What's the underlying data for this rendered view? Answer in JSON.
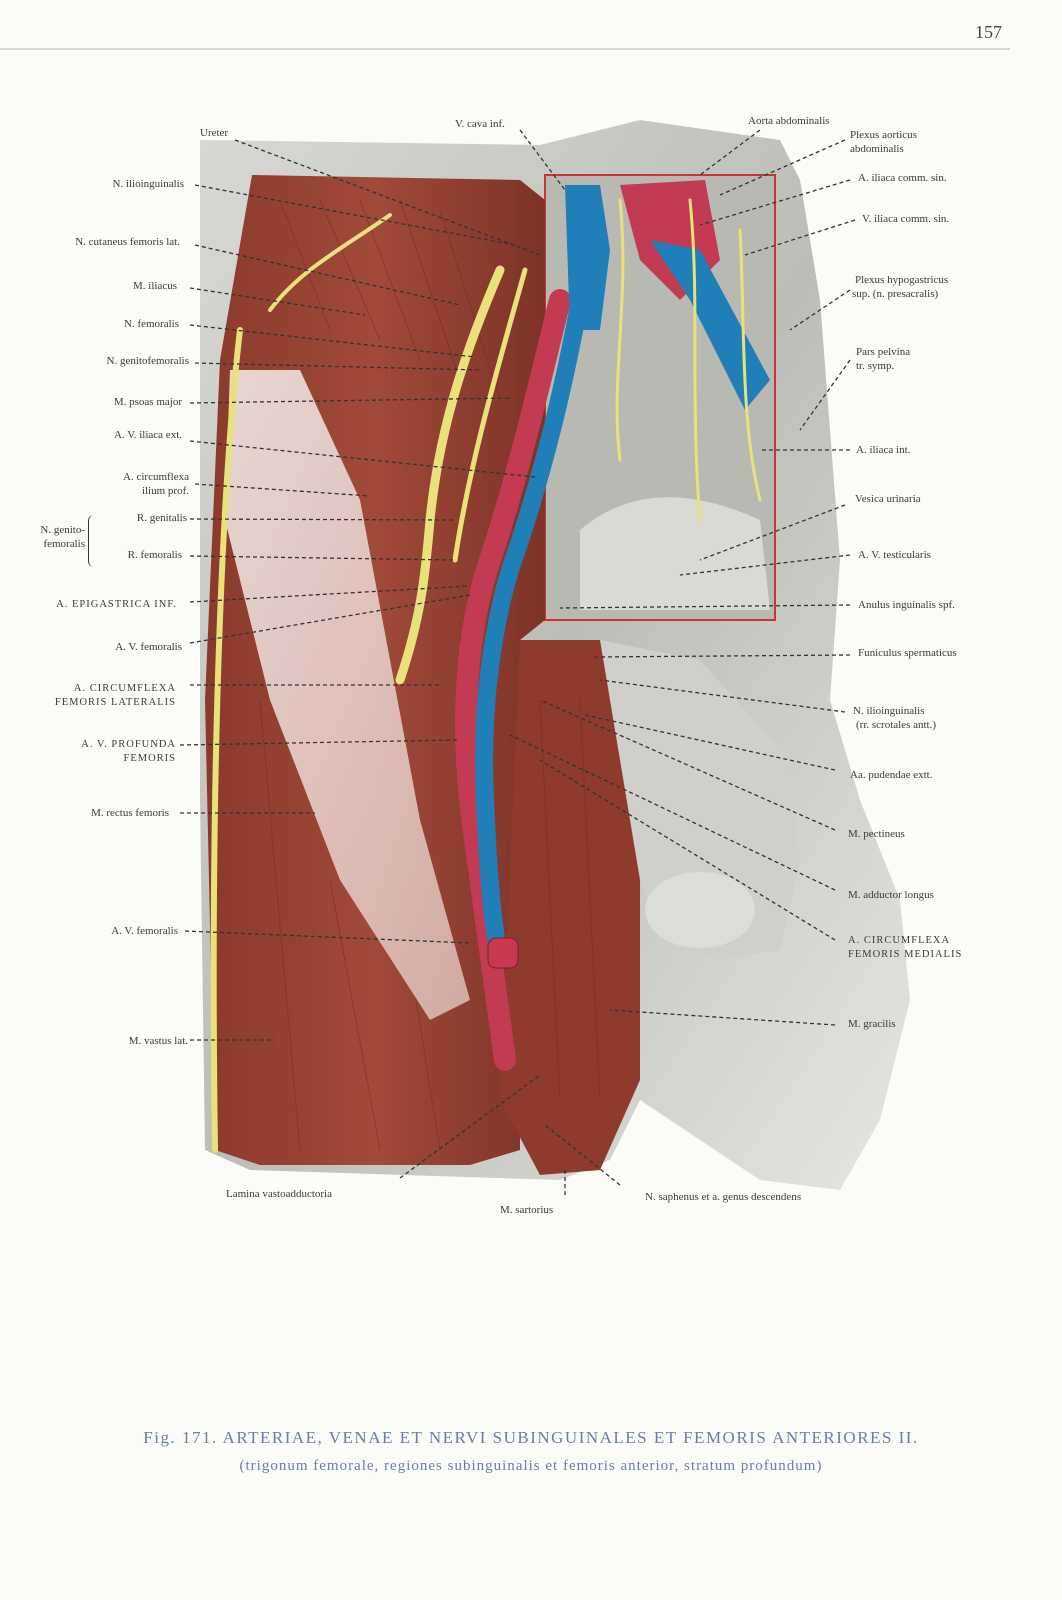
{
  "page_number": "157",
  "labels": {
    "ureter": "Ureter",
    "v_cava_inf": "V. cava inf.",
    "aorta_abdominalis": "Aorta abdominalis",
    "plexus_aorticus_1": "Plexus aorticus",
    "plexus_aorticus_2": "abdominalis",
    "a_iliaca_comm_sin": "A. iliaca comm. sin.",
    "v_iliaca_comm_sin": "V. iliaca comm. sin.",
    "plexus_hypog_1": "Plexus hypogastricus",
    "plexus_hypog_2": "sup. (n. presacralis)",
    "pars_pelvina_1": "Pars pelvina",
    "pars_pelvina_2": "tr. symp.",
    "a_iliaca_int": "A. iliaca int.",
    "vesica_urinaria": "Vesica urinaria",
    "a_v_testicularis": "A. V. testicularis",
    "anulus_inguinalis": "Anulus inguinalis spf.",
    "funiculus": "Funiculus spermaticus",
    "n_ilioinguinalis_r1": "N. ilioinguinalis",
    "n_ilioinguinalis_r2": "(rr. scrotales antt.)",
    "aa_pudendae": "Aa. pudendae extt.",
    "m_pectineus": "M. pectineus",
    "m_adductor_longus": "M. adductor longus",
    "a_circ_fem_med_1": "A. CIRCUMFLEXA",
    "a_circ_fem_med_2": "FEMORIS MEDIALIS",
    "m_gracilis": "M. gracilis",
    "n_saphenus": "N. saphenus et a. genus descendens",
    "m_sartorius": "M. sartorius",
    "lamina": "Lamina vastoadductoria",
    "n_ilioinguinalis_l": "N. ilioinguinalis",
    "n_cutaneus": "N. cutaneus femoris lat.",
    "m_iliacus": "M. iliacus",
    "n_femoralis": "N. femoralis",
    "n_genitofemoralis": "N. genitofemoralis",
    "m_psoas": "M. psoas major",
    "a_v_iliaca_ext": "A. V. iliaca ext.",
    "a_circ_il_1": "A. circumflexa",
    "a_circ_il_2": "ilium prof.",
    "n_genito_1": "N. genito-",
    "n_genito_2": "femoralis",
    "r_genitalis": "R. genitalis",
    "r_femoralis": "R. femoralis",
    "a_epigastrica": "A. EPIGASTRICA INF.",
    "a_v_femoralis_1": "A. V. femoralis",
    "a_circ_fem_lat_1": "A. CIRCUMFLEXA",
    "a_circ_fem_lat_2": "FEMORIS LATERALIS",
    "a_v_prof_1": "A. V. PROFUNDA",
    "a_v_prof_2": "FEMORIS",
    "m_rectus": "M. rectus femoris",
    "a_v_femoralis_2": "A. V. femoralis",
    "m_vastus": "M. vastus lat."
  },
  "caption": "Fig. 171. ARTERIAE, VENAE ET NERVI SUBINGUINALES ET FEMORIS ANTERIORES II.",
  "subcaption": "(trigonum femorale, regiones subinguinalis et femoris anterior, stratum profundum)"
}
